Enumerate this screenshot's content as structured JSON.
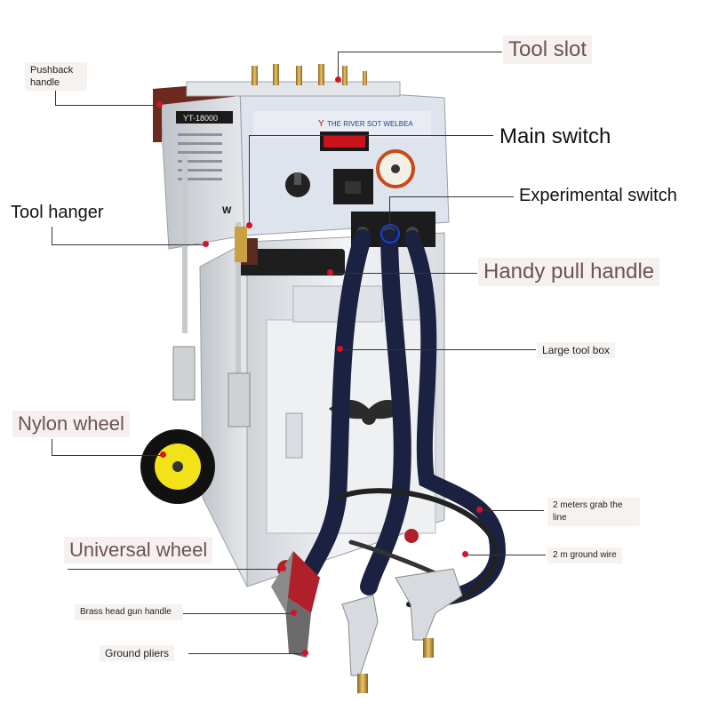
{
  "labels": {
    "pushback_handle": "Pushback handle",
    "tool_slot": "Tool slot",
    "main_switch": "Main switch",
    "experimental_switch": "Experimental switch",
    "tool_hanger": "Tool hanger",
    "handy_pull_handle": "Handy pull handle",
    "large_tool_box": "Large tool box",
    "nylon_wheel": "Nylon wheel",
    "grab_line": "2 meters grab the line",
    "ground_wire": "2 m ground wire",
    "universal_wheel": "Universal wheel",
    "brass_head_gun_handle": "Brass head gun handle",
    "ground_pliers": "Ground pliers"
  },
  "machine": {
    "model": "YT-18000",
    "brand": "THE RIVER SOT WELBEA",
    "panel_letter": "W"
  },
  "colors": {
    "machine_body": "#e9ebee",
    "panel": "#cfd8e6",
    "display": "#c8121c",
    "cable": "#1b2140",
    "wheel_rim": "#f2e21a",
    "brass": "#c9a043",
    "pointer_dot": "#d2142a"
  }
}
